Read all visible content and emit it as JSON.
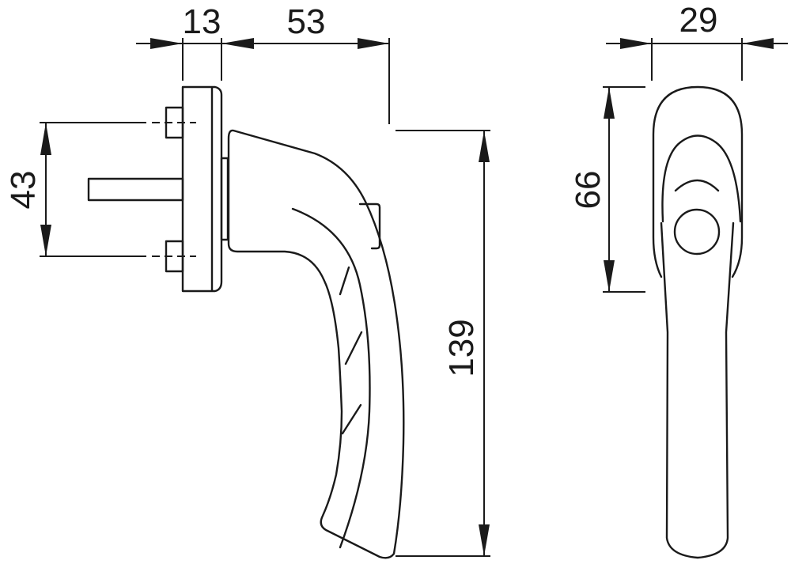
{
  "drawing": {
    "subject": "Window handle technical drawing",
    "views": [
      "side-view",
      "front-view"
    ],
    "line_color": "#1a1a1a",
    "background": "#ffffff"
  },
  "dimensions": {
    "rose_depth": "13",
    "handle_projection": "53",
    "screw_spacing": "43",
    "handle_length": "139",
    "rose_width": "29",
    "rose_height": "66"
  }
}
